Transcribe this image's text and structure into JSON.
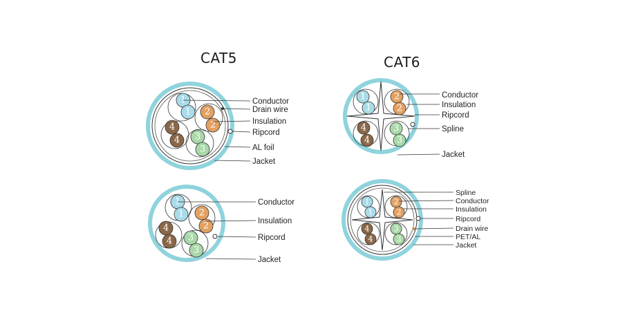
{
  "headings": {
    "cat5": "CAT5",
    "cat6": "CAT6"
  },
  "colors": {
    "jacket": "#8fd3dd",
    "blue_pair": "#a9dbe8",
    "orange_pair": "#e3a060",
    "brown_pair": "#8b6748",
    "green_pair": "#a9d8a8",
    "line": "#333333"
  },
  "pair_numbers": [
    "1",
    "2",
    "3",
    "4"
  ],
  "cat5_shielded": {
    "callouts": [
      "Conductor",
      "Drain wire",
      "Insulation",
      "Ripcord",
      "AL foil",
      "Jacket"
    ]
  },
  "cat5_unshielded": {
    "callouts": [
      "Conductor",
      "Insulation",
      "Ripcord",
      "Jacket"
    ]
  },
  "cat6_unshielded": {
    "callouts": [
      "Conductor",
      "Insulation",
      "Ripcord",
      "Spline",
      "Jacket"
    ]
  },
  "cat6_shielded": {
    "callouts": [
      "Spline",
      "Conductor",
      "Insulation",
      "Ripcord",
      "Drain wire",
      "PET/AL",
      "Jacket"
    ]
  }
}
